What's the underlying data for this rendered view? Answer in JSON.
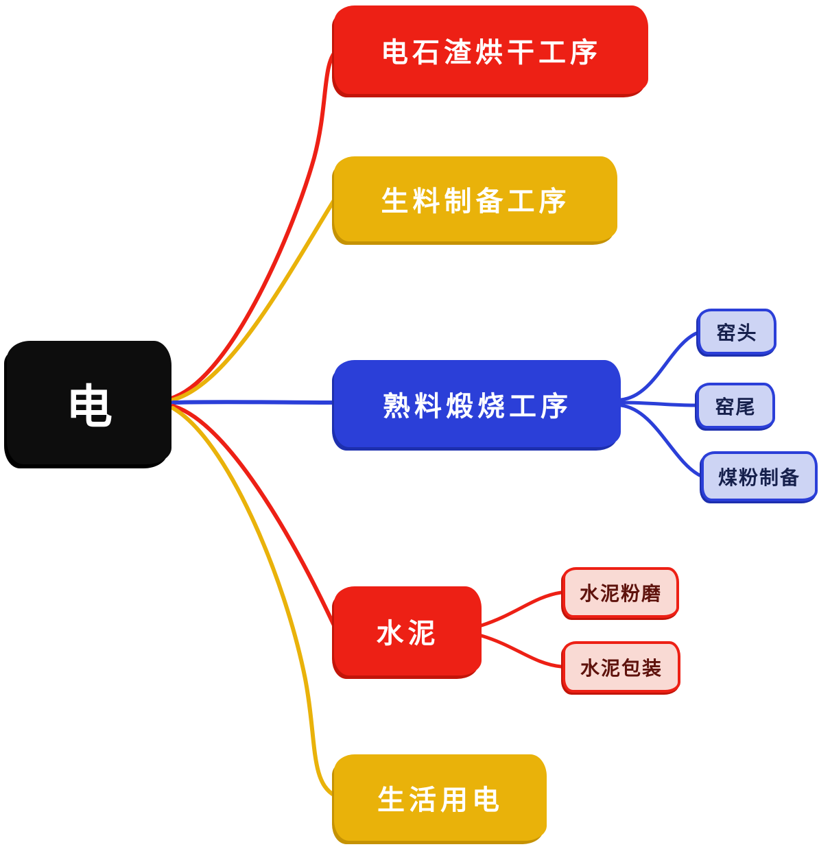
{
  "colors": {
    "red": "#ed2015",
    "red_dark": "#c21509",
    "yellow": "#e9b20a",
    "yellow_dark": "#c59203",
    "blue": "#2b3fd8",
    "blue_dark": "#1d2fae",
    "black": "#0d0d0d",
    "lavender_fill": "#cdd4f4",
    "pink_fill": "#f9dad4",
    "label_white": "#ffffff"
  },
  "root": {
    "label": "电"
  },
  "branches": [
    {
      "label": "电石渣烘干工序"
    },
    {
      "label": "生料制备工序"
    },
    {
      "label": "熟料煅烧工序"
    },
    {
      "label": "水泥"
    },
    {
      "label": "生活用电"
    }
  ],
  "subnodes": {
    "clinker": [
      {
        "label": "窑头"
      },
      {
        "label": "窑尾"
      },
      {
        "label": "煤粉制备"
      }
    ],
    "cement": [
      {
        "label": "水泥粉磨"
      },
      {
        "label": "水泥包装"
      }
    ]
  }
}
